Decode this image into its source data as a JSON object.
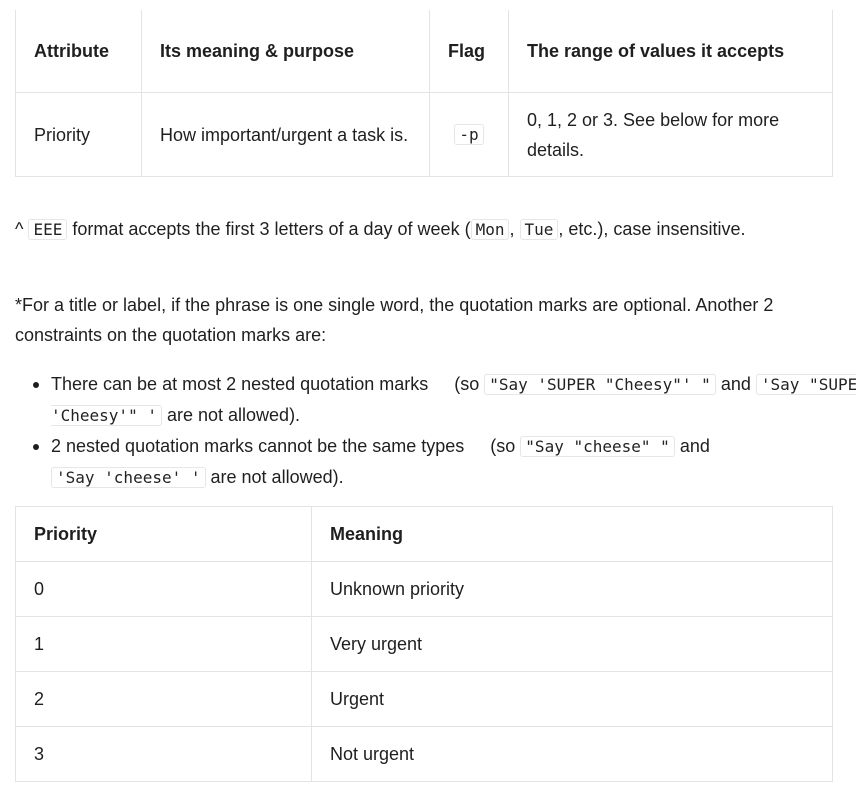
{
  "attributes_table": {
    "headers": [
      "Attribute",
      "Its meaning & purpose",
      "Flag",
      "The range of values it accepts"
    ],
    "row": {
      "attribute": "Priority",
      "meaning": "How important/urgent a task is.",
      "flag": "-p",
      "range": "0, 1, 2 or 3. See below for more details."
    }
  },
  "format_note": {
    "caret": "^",
    "code_eee": "EEE",
    "text1": "format accepts the first 3 letters of a day of week (",
    "code_mon": "Mon",
    "sep": ",",
    "code_tue": "Tue",
    "text2": ", etc.), case insensitive."
  },
  "quote_note": "*For a title or label, if the phrase is one single word, the quotation marks are optional. Another 2 constraints on the quotation marks are:",
  "bullets": [
    {
      "text1": "There can be at most 2 nested quotation marks",
      "text2": "(so",
      "code1": "\"Say 'SUPER \"Cheesy\"' \"",
      "text3": "and",
      "code2": "'Say \"SUPER 'Cheesy'\" '",
      "text4": "are not allowed)."
    },
    {
      "text1": "2 nested quotation marks cannot be the same types",
      "text2": "(so",
      "code1": "\"Say \"cheese\" \"",
      "text3": "and",
      "code2": "'Say 'cheese' '",
      "text4": "are not allowed)."
    }
  ],
  "priority_table": {
    "headers": [
      "Priority",
      "Meaning"
    ],
    "rows": [
      [
        "0",
        "Unknown priority"
      ],
      [
        "1",
        "Very urgent"
      ],
      [
        "2",
        "Urgent"
      ],
      [
        "3",
        "Not urgent"
      ]
    ]
  }
}
